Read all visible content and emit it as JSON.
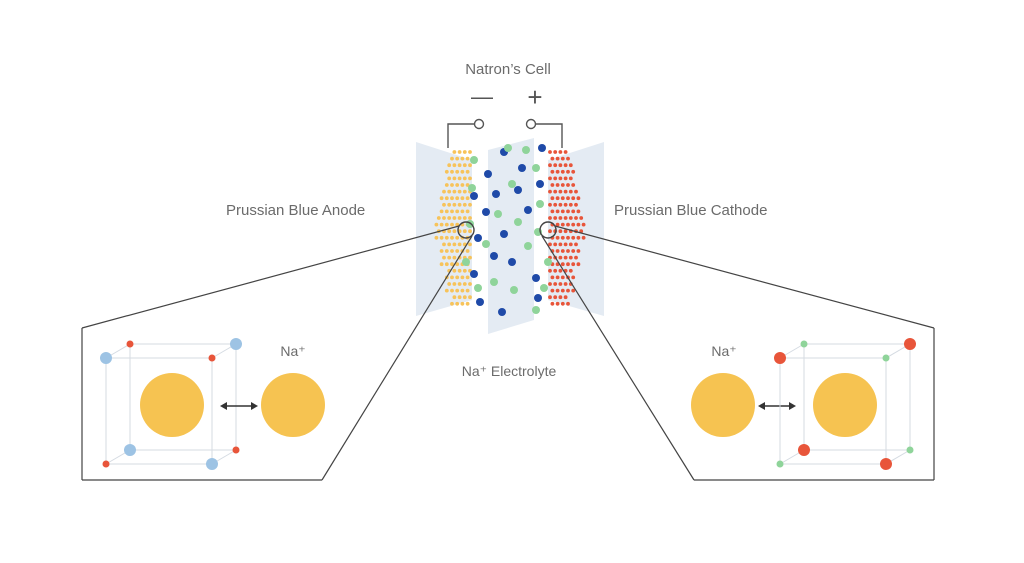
{
  "title": "Natron’s Cell",
  "terminals": {
    "negative": "—",
    "positive": "+"
  },
  "labels": {
    "anode": "Prussian Blue Anode",
    "cathode": "Prussian Blue Cathode",
    "electrolyte": "Na⁺ Electrolyte",
    "ion_left": "Na⁺",
    "ion_right": "Na⁺"
  },
  "colors": {
    "anode_dots": "#f7c35a",
    "cathode_dots": "#e8553a",
    "ion_blue": "#1f4aa8",
    "ion_green": "#8fd49a",
    "electrode_panel": "#e4ebf3",
    "sodium_ion": "#f6c351",
    "lattice_light_blue": "#9dc3e4",
    "lattice_orange": "#e8553a",
    "lattice_green": "#8fd49a",
    "text": "#6b6b6b"
  }
}
